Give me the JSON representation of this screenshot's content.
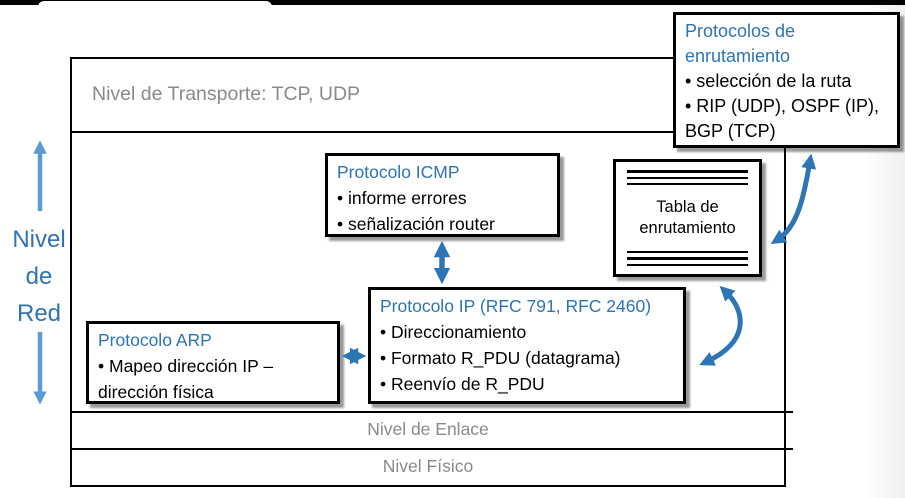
{
  "colors": {
    "accent_blue_text": "#2e74b5",
    "arrow_blue": "#2e75b6",
    "side_arrow_blue": "#5b9bd5",
    "muted_gray_text": "#8a8a8a",
    "border_black": "#000000"
  },
  "side_label": {
    "line1": "Nivel",
    "line2": "de",
    "line3": "Red"
  },
  "stack": {
    "transport_label": "Nivel de Transporte: TCP, UDP",
    "link_label": "Nivel de Enlace",
    "physical_label": "Nivel Físico"
  },
  "boxes": {
    "routing": {
      "title": "Protocolos de enrutamiento",
      "bullets": [
        "• selección de la ruta",
        "• RIP (UDP), OSPF (IP), BGP (TCP)"
      ]
    },
    "icmp": {
      "title": "Protocolo ICMP",
      "bullets": [
        "• informe errores",
        "• señalización router"
      ]
    },
    "ip": {
      "title": "Protocolo IP (RFC 791, RFC 2460)",
      "bullets": [
        "• Direccionamiento",
        "• Formato R_PDU (datagrama)",
        "• Reenvío de R_PDU"
      ]
    },
    "arp": {
      "title": "Protocolo ARP",
      "bullets": [
        "• Mapeo dirección IP – dirección física"
      ]
    },
    "routing_table": {
      "label": "Tabla de enrutamiento"
    }
  }
}
